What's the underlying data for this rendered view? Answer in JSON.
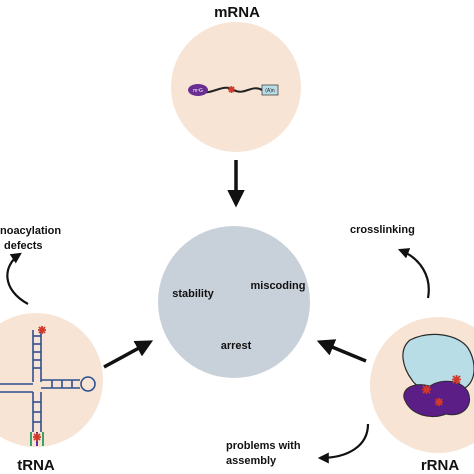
{
  "diagram": {
    "nodes": {
      "mrna": {
        "title": "mRNA",
        "cap_label": "m⁷G",
        "tail_label": "(A)n"
      },
      "trna": {
        "title": "tRNA"
      },
      "rrna": {
        "title": "rRNA"
      },
      "center": {
        "labels": [
          "stability",
          "miscoding",
          "arrest"
        ]
      }
    },
    "outcomes": {
      "trna": [
        "noacylation",
        "defects"
      ],
      "rrna_top": "crosslinking",
      "rrna_bottom": [
        "problems with",
        "assembly"
      ]
    },
    "colors": {
      "peach_circle": "#f7e4d4",
      "center_circle": "#c8d0d9",
      "damage_star": "#d0392b",
      "cap_purple": "#6a2d91",
      "ribosome_light": "#b8dde6",
      "ribosome_dark": "#5b1e86",
      "trna_blue": "#2f4f8f",
      "trna_green": "#3aa26a",
      "arrow": "#111111"
    },
    "icons": [
      "damage-star-icon",
      "arrow-icon"
    ]
  }
}
